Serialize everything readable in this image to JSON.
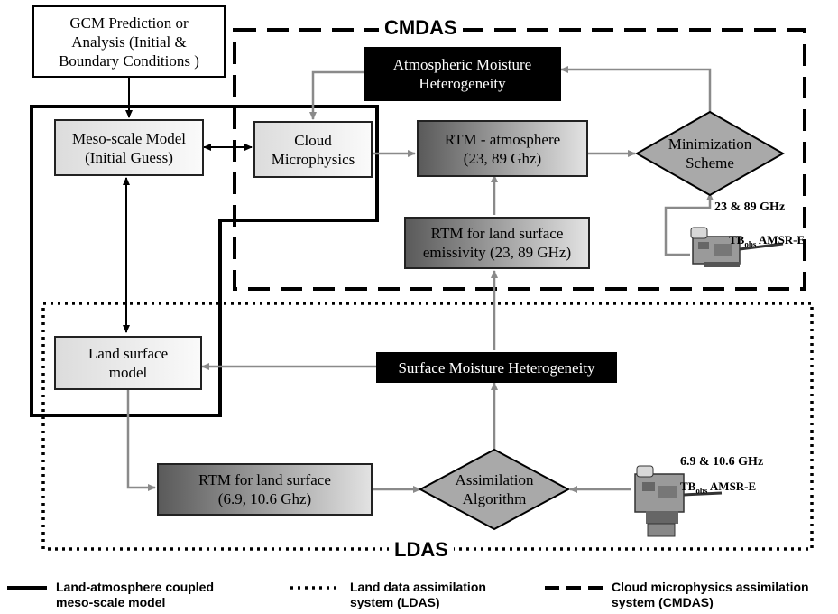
{
  "boxes": {
    "gcm": "GCM Prediction or\nAnalysis (Initial &\nBoundary Conditions )",
    "meso": "Meso-scale Model\n(Initial Guess)",
    "cloud": "Cloud\nMicrophysics",
    "rtm_atm": "RTM - atmosphere\n(23, 89 Ghz)",
    "minimization": "Minimization\nScheme",
    "atm_moisture": "Atmospheric Moisture\nHeterogeneity",
    "rtm_emis": "RTM for land surface\nemissivity (23, 89 GHz)",
    "land_model": "Land surface\nmodel",
    "surf_moisture": "Surface Moisture Heterogeneity",
    "rtm_land": "RTM for land surface\n(6.9, 10.6 Ghz)",
    "assimilation": "Assimilation\nAlgorithm"
  },
  "system_labels": {
    "cmdas": "CMDAS",
    "ldas": "LDAS"
  },
  "satellites": [
    {
      "freq": "23 & 89 GHz",
      "tb": "TB",
      "tb_sub": "obs",
      "sensor": "AMSR-E"
    },
    {
      "freq": "6.9 & 10.6 GHz",
      "tb": "TB",
      "tb_sub": "obs",
      "sensor": "AMSR-E"
    }
  ],
  "legend": [
    {
      "style": "solid",
      "text": "Land-atmosphere coupled\nmeso-scale model"
    },
    {
      "style": "dotted",
      "text": "Land data assimilation\nsystem (LDAS)"
    },
    {
      "style": "dashed",
      "text": "Cloud microphysics assimilation\nsystem (CMDAS)"
    }
  ],
  "colors": {
    "arrow": "#8a8a8a",
    "black_arrow": "#000000",
    "outline": "#000000"
  }
}
